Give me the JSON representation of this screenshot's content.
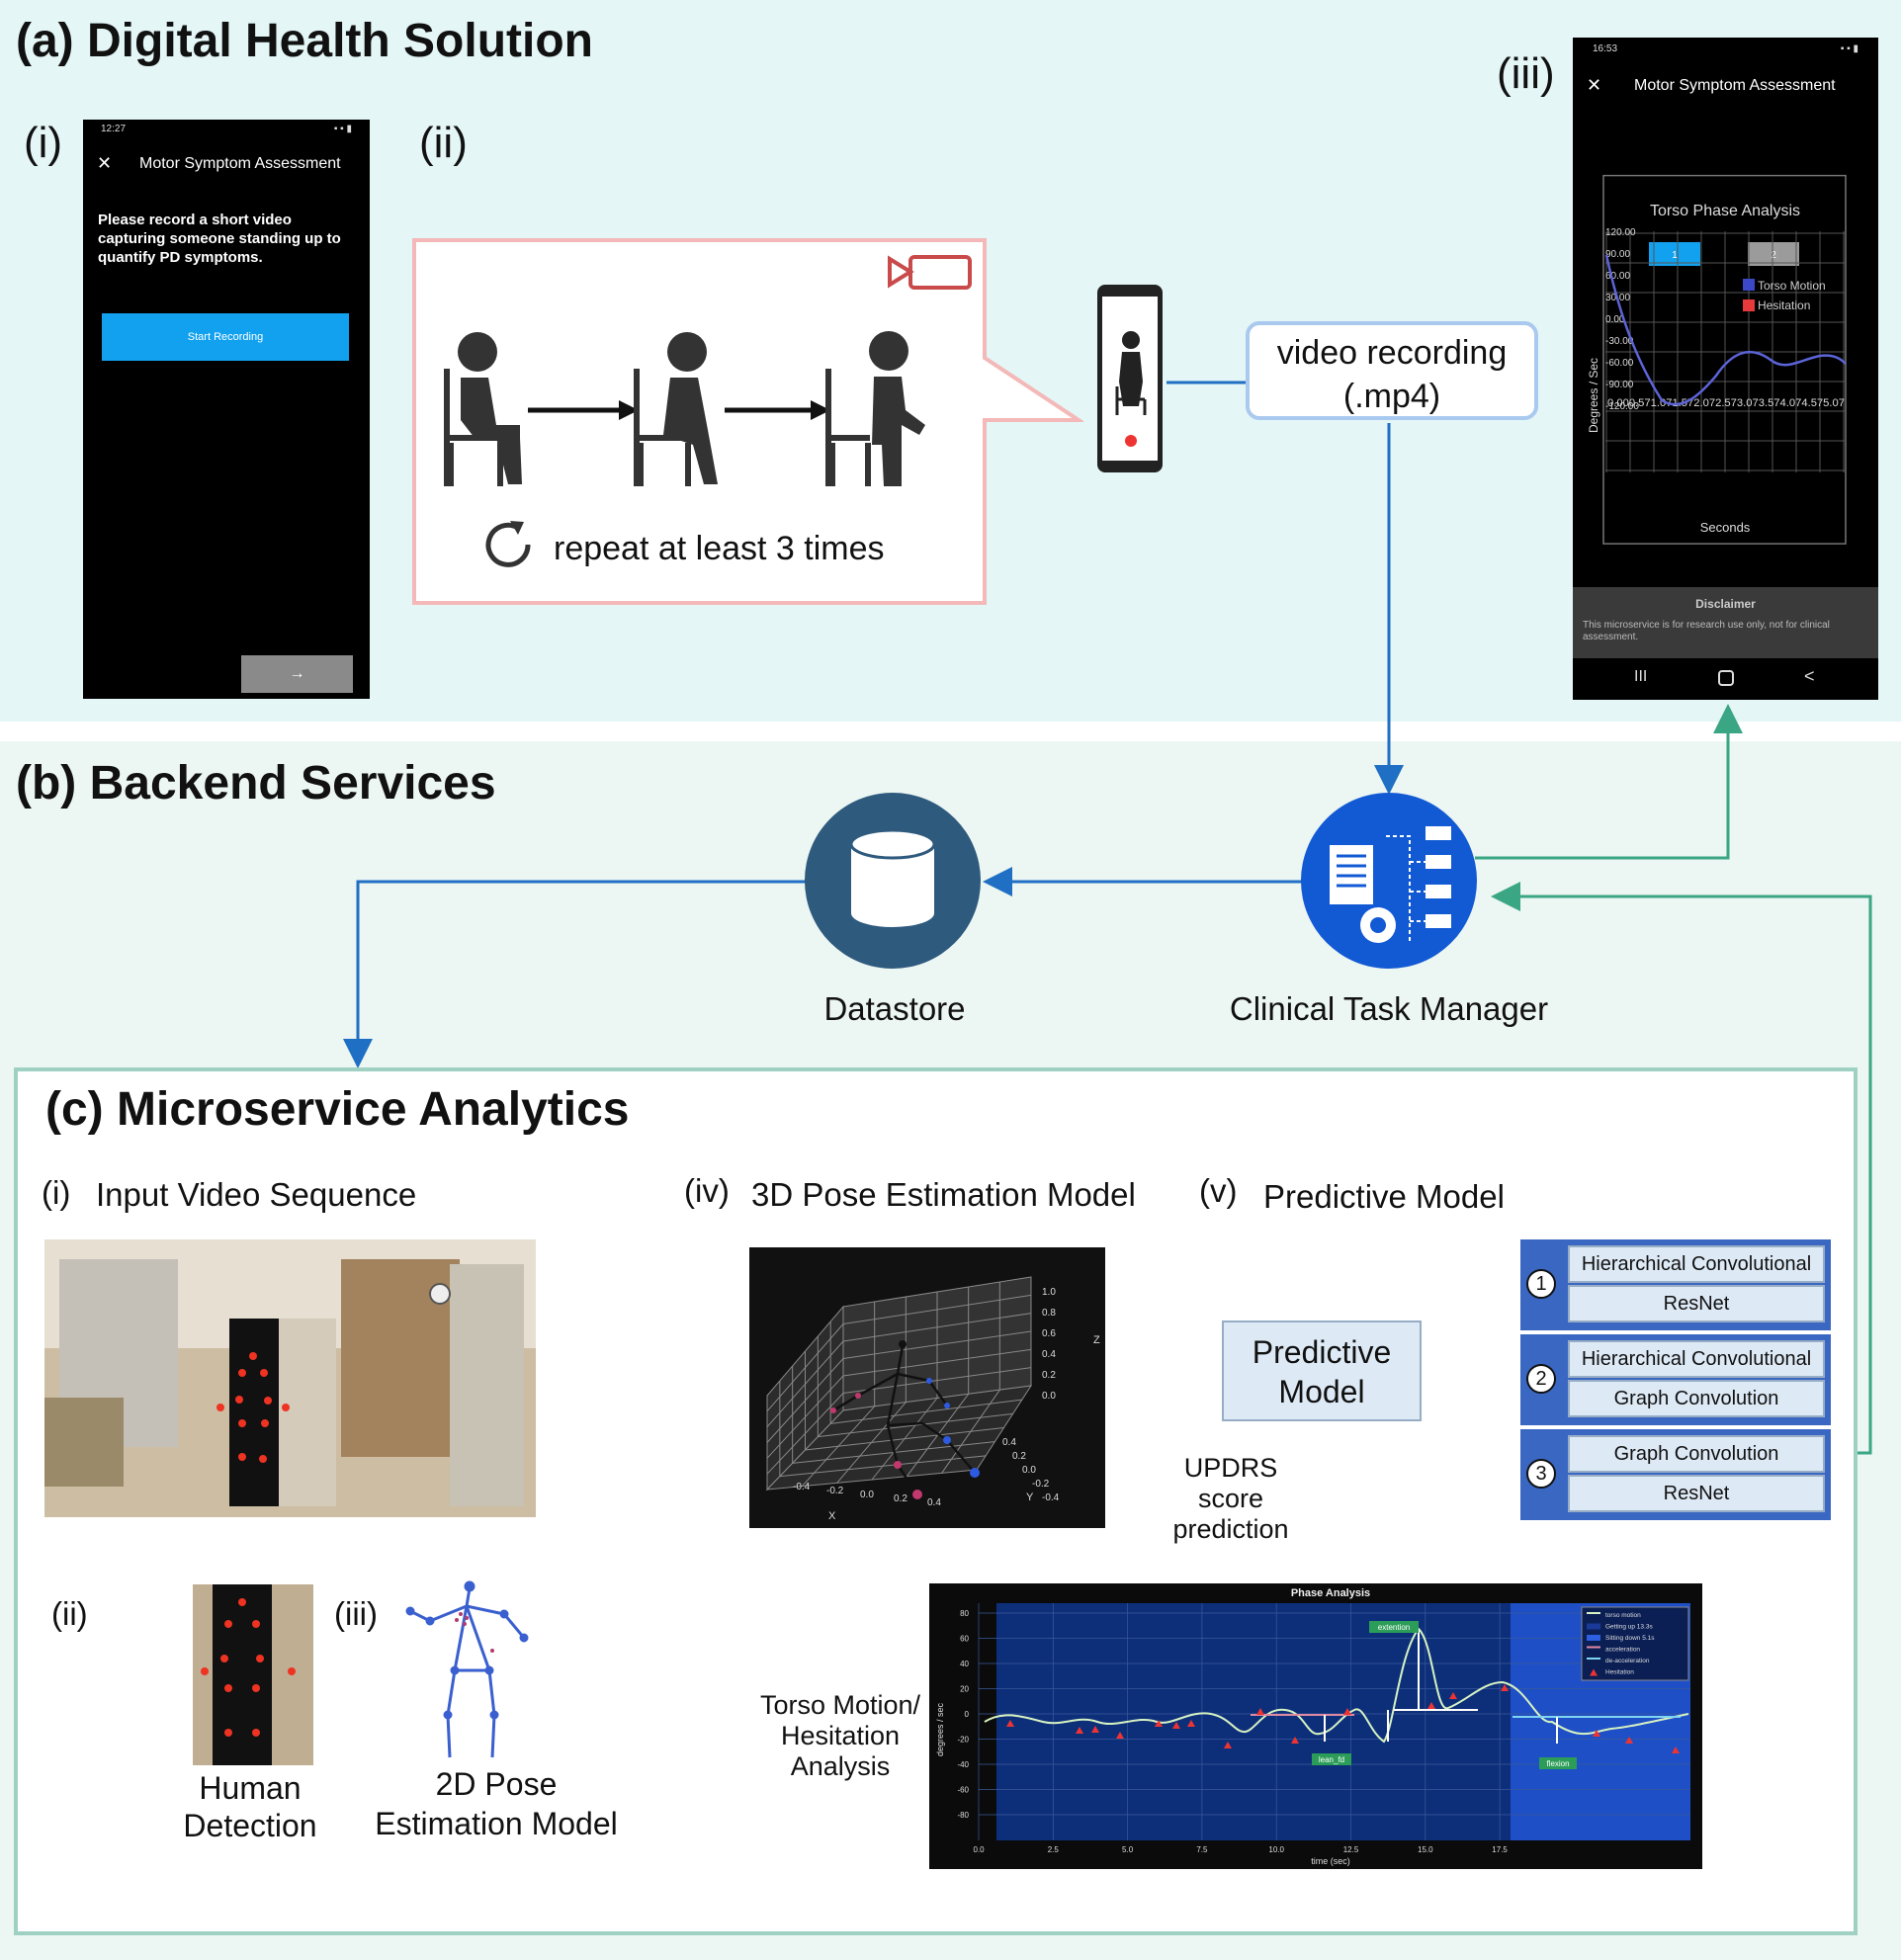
{
  "sections": {
    "a": "(a) Digital Health Solution",
    "b": "(b) Backend Services",
    "c": "(c) Microservice Analytics"
  },
  "panel_a": {
    "i": "(i)",
    "ii": "(ii)",
    "iii": "(iii)",
    "phone1": {
      "time": "12:27",
      "title": "Motor Symptom Assessment",
      "instruction": "Please record a short video capturing someone standing up to quantify PD symptoms.",
      "button": "Start Recording",
      "next_arrow": "→"
    },
    "recording": {
      "repeat_text": "repeat at least 3 times"
    },
    "video_label": "video recording\n(.mp4)",
    "phone3": {
      "time": "16:53",
      "title": "Motor Symptom Assessment",
      "chart_title": "Torso Phase Analysis",
      "tab1": "1",
      "tab2": "2",
      "legend_torso": "Torso Motion",
      "legend_hesitation": "Hesitation",
      "y_ticks": [
        "120.00",
        "90.00",
        "60.00",
        "30.00",
        "0.00",
        "-30.00",
        "-60.00",
        "-90.00",
        "-120.00"
      ],
      "x_ticks": "0.000.571.071.572.072.573.073.574.074.575.07",
      "ylabel": "Degrees / Sec",
      "xlabel": "Seconds",
      "disclaimer_title": "Disclaimer",
      "disclaimer_text": "This microservice is for research use only, not for clinical assessment.",
      "nav_recent": "III",
      "nav_back": "<"
    }
  },
  "panel_b": {
    "datastore": "Datastore",
    "task_manager": "Clinical Task Manager"
  },
  "panel_c": {
    "i_num": "(i)",
    "i_label": "Input Video Sequence",
    "ii_num": "(ii)",
    "iii_num": "(iii)",
    "human_detection": "Human\nDetection",
    "pose2d": "2D Pose\nEstimation Model",
    "iv_num": "(iv)",
    "iv_label": "3D Pose Estimation Model",
    "v_num": "(v)",
    "v_label": "Predictive Model",
    "predictive_box": "Predictive\nModel",
    "updrs": "UPDRS\nscore\nprediction",
    "torso_label": "Torso Motion/\nHesitation\nAnalysis",
    "models": [
      {
        "num": "1",
        "top": "Hierarchical Convolutional",
        "bottom": "ResNet"
      },
      {
        "num": "2",
        "top": "Hierarchical Convolutional",
        "bottom": "Graph Convolution"
      },
      {
        "num": "3",
        "top": "Graph Convolution",
        "bottom": "ResNet"
      }
    ],
    "pose3d_ticks": {
      "z": [
        "1.0",
        "0.8",
        "0.6",
        "0.4",
        "0.2",
        "0.0"
      ],
      "x": [
        "-0.4",
        "-0.2",
        "0.0",
        "0.2",
        "0.4"
      ],
      "y": [
        "0.4",
        "0.2",
        "0.0",
        "-0.2",
        "-0.4"
      ],
      "zlabel": "Z",
      "xlabel": "X",
      "ylabel": "Y"
    },
    "phase_chart": {
      "title": "Phase Analysis",
      "ylabel": "degrees / sec",
      "xlabel": "time (sec)",
      "y_ticks": [
        "80",
        "60",
        "40",
        "20",
        "0",
        "-20",
        "-40",
        "-60",
        "-80"
      ],
      "x_ticks": [
        "0.0",
        "2.5",
        "5.0",
        "7.5",
        "10.0",
        "12.5",
        "15.0",
        "17.5"
      ],
      "legend": [
        "torso motion",
        "Getting up 13.3s",
        "Sitting down 5.1s",
        "acceleration",
        "de-acceleration",
        "Hesitation"
      ],
      "tags": [
        "extention",
        "lean_fd",
        "flexion"
      ]
    }
  },
  "colors": {
    "panel_a_bg": "#e4f6f6",
    "panel_b_bg": "#ecf6f2",
    "blue_arrow": "#1f6fc4",
    "green_arrow": "#3aa684",
    "datastore": "#2e5a7e",
    "task_manager": "#1259d4",
    "model_frame": "#3a67c2"
  }
}
